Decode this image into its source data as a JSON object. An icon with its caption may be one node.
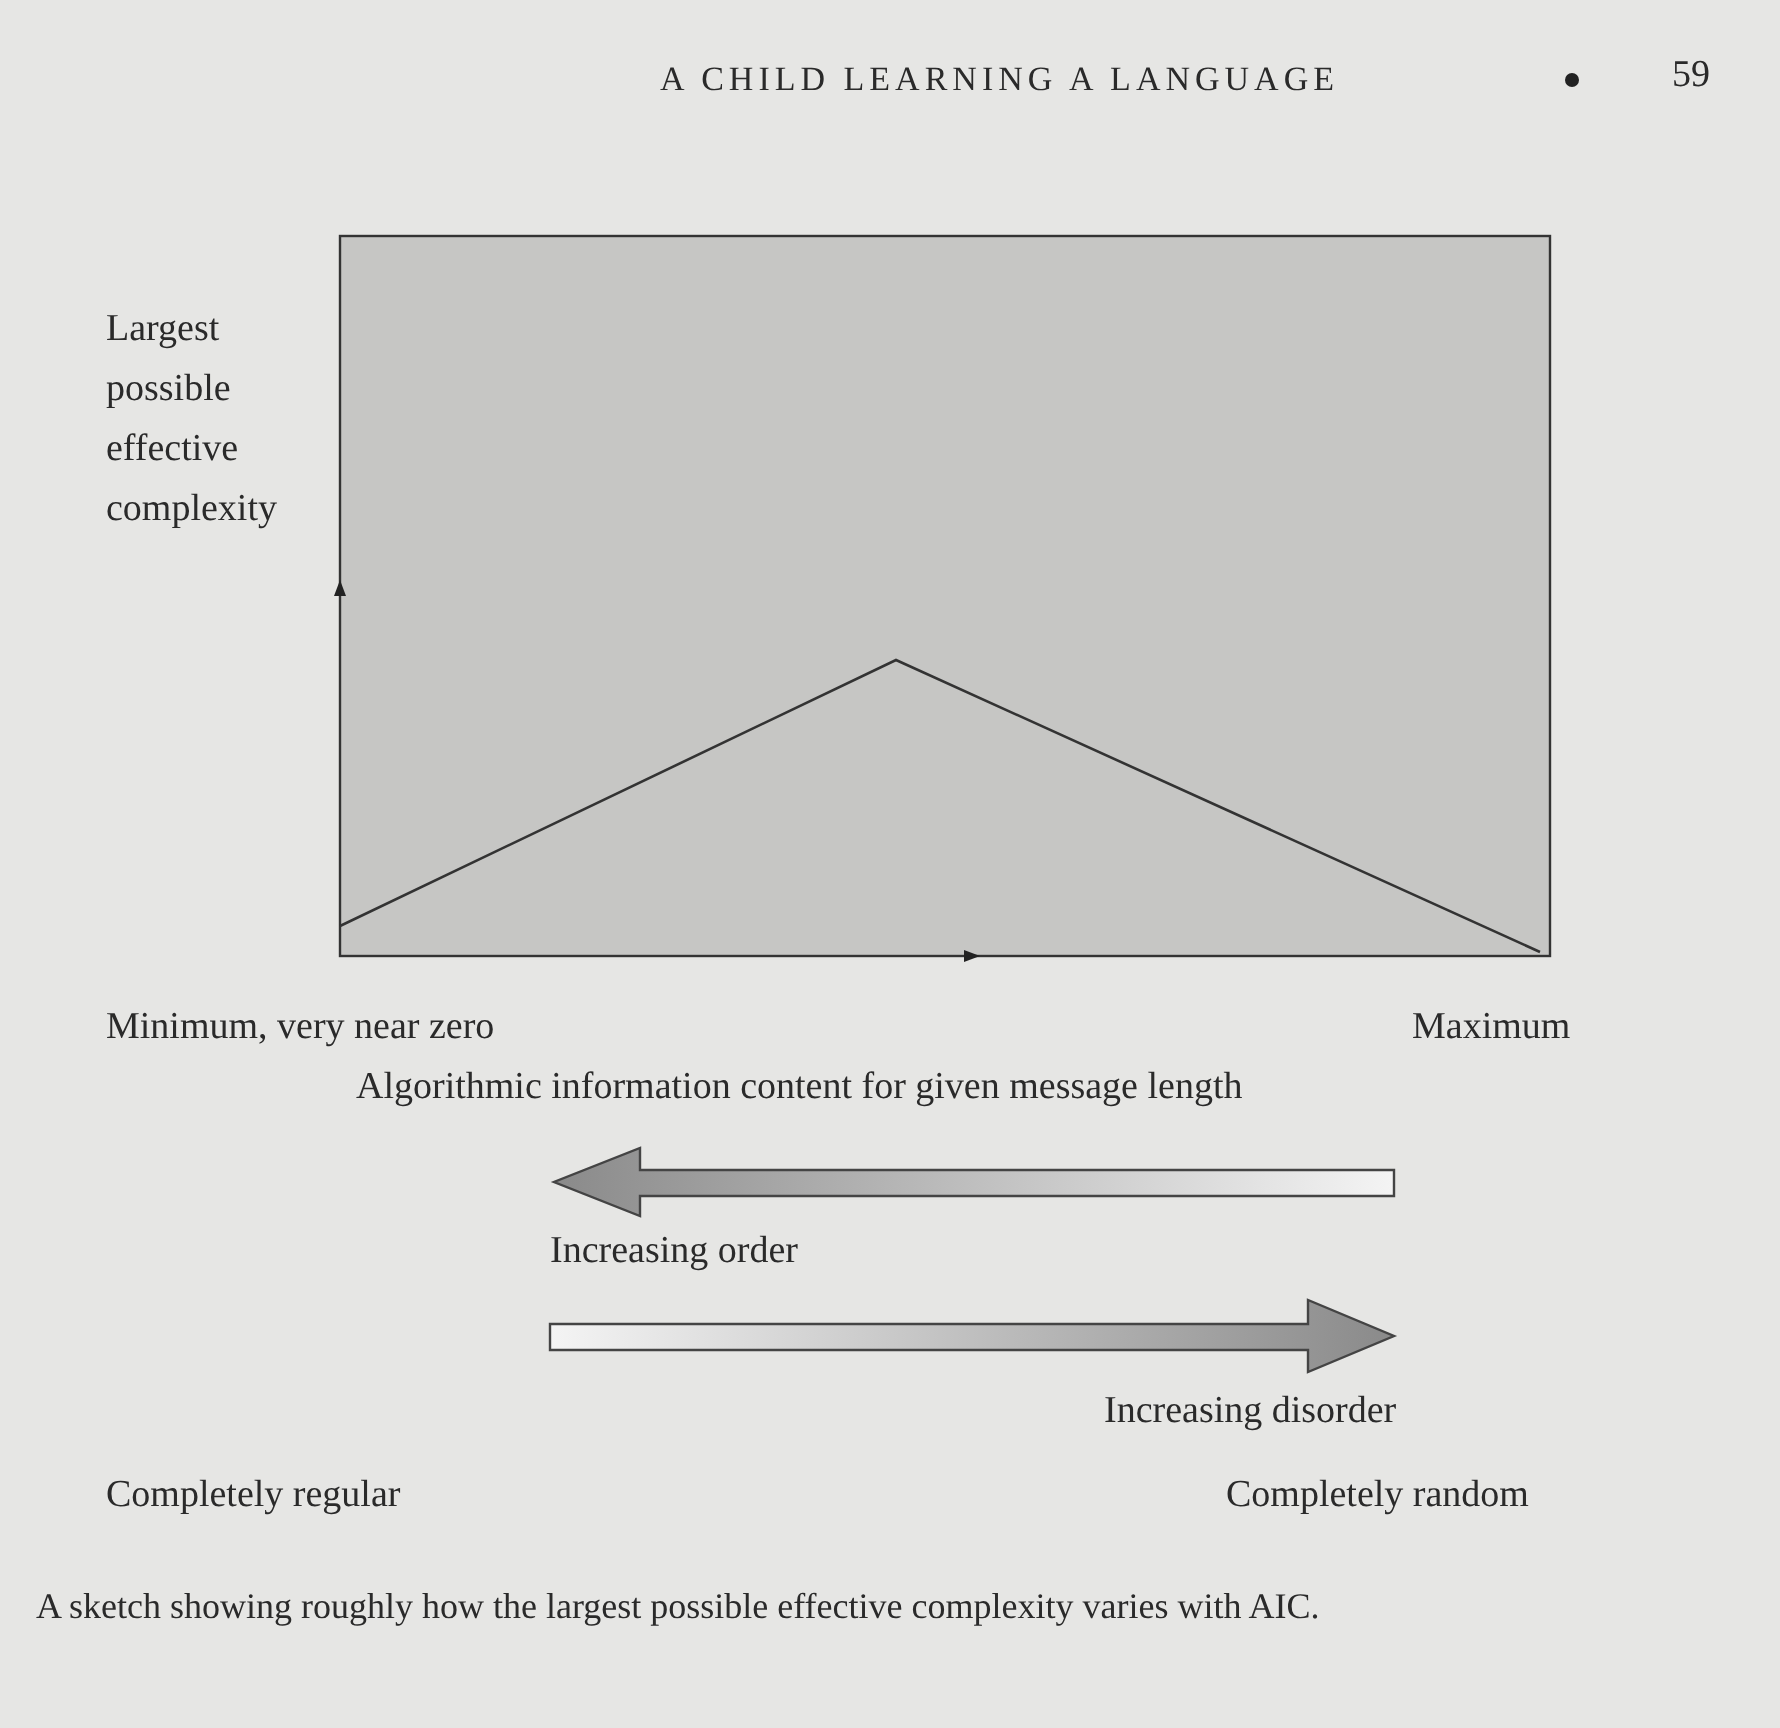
{
  "diagram": {
    "caption": "A sketch showing roughly how the largest possible effective complexity varies with AIC.",
    "labels": [
      "A CHILD LEARNING A LANGUAGE",
      "59",
      "Largest possible effective complexity",
      "Minimum, very near zero",
      "Maximum",
      "Algorithmic information content for given message length",
      "Increasing order",
      "Increasing disorder",
      "Completely regular",
      "Completely random"
    ]
  }
}
